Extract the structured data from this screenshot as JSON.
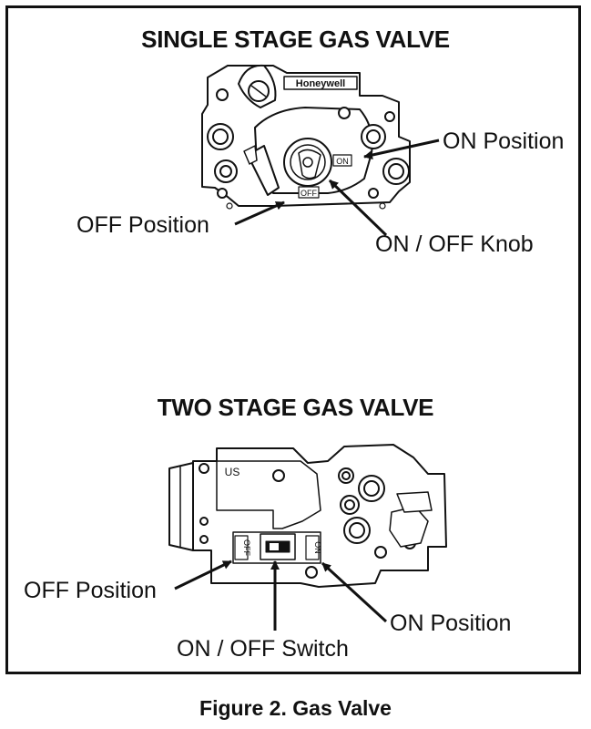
{
  "single_stage": {
    "title": "SINGLE STAGE GAS VALVE",
    "brand": "Honeywell",
    "knob_on_mark": "ON",
    "knob_off_mark": "OFF",
    "label_on_position": "ON Position",
    "label_off_position": "OFF Position",
    "label_knob": "ON / OFF Knob"
  },
  "two_stage": {
    "title": "TWO STAGE GAS VALVE",
    "stamp": "US",
    "switch_off_mark": "OFF",
    "switch_on_mark": "ON",
    "label_off_position": "OFF Position",
    "label_on_position": "ON Position",
    "label_switch": "ON / OFF Switch"
  },
  "caption": "Figure 2. Gas Valve"
}
